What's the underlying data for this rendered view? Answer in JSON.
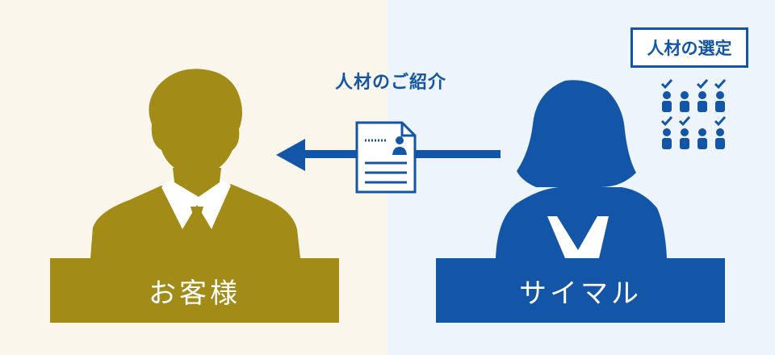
{
  "diagram": {
    "client_label": "お客様",
    "provider_label": "サイマル",
    "flow_label": "人材のご紹介",
    "selection_label": "人材の選定",
    "icons": {
      "client": "man-silhouette-icon",
      "provider": "woman-silhouette-icon",
      "document": "resume-document-icon",
      "arrow": "arrow-left-icon",
      "candidates": "selected-people-icon"
    },
    "candidates": {
      "rows": [
        [
          true,
          false,
          true,
          true
        ],
        [
          true,
          true,
          false,
          true
        ]
      ]
    },
    "colors": {
      "gold": "#a28c17",
      "blue": "#1356a8",
      "left_bg": "#faf6ec",
      "right_bg": "#eef4fc"
    }
  }
}
